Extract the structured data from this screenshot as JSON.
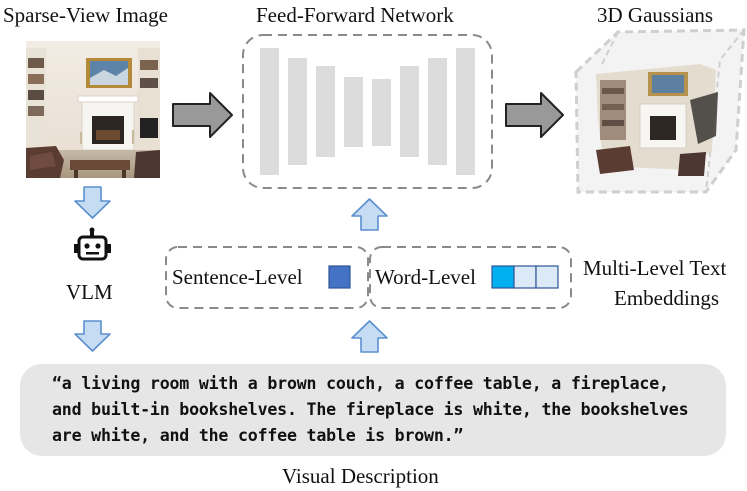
{
  "labels": {
    "sparse_view": "Sparse-View Image",
    "network": "Feed-Forward Network",
    "gaussians": "3D Gaussians",
    "vlm": "VLM",
    "sentence_level": "Sentence-Level",
    "word_level": "Word-Level",
    "multi_level_line1": "Multi-Level Text",
    "multi_level_line2": "Embeddings",
    "visual_description": "Visual Description"
  },
  "description": {
    "line1": "“a living room with a brown couch, a coffee table, a fireplace,",
    "line2": "and built-in bookshelves. The fireplace is white, the bookshelves",
    "line3": "are white, and the coffee table is brown.”"
  },
  "colors": {
    "arrow_fill": "#999999",
    "blue_arrow_fill": "#c5dcf3",
    "blue_arrow_stroke": "#5b8fd0",
    "sentence_token": "#4472c4",
    "word_token_active": "#00b0f0",
    "word_token_inactive": "#dbeaf6",
    "dashed_border": "#8a8a8a",
    "network_bars": "#dcdcdc"
  },
  "icons": [
    "robot-icon"
  ]
}
